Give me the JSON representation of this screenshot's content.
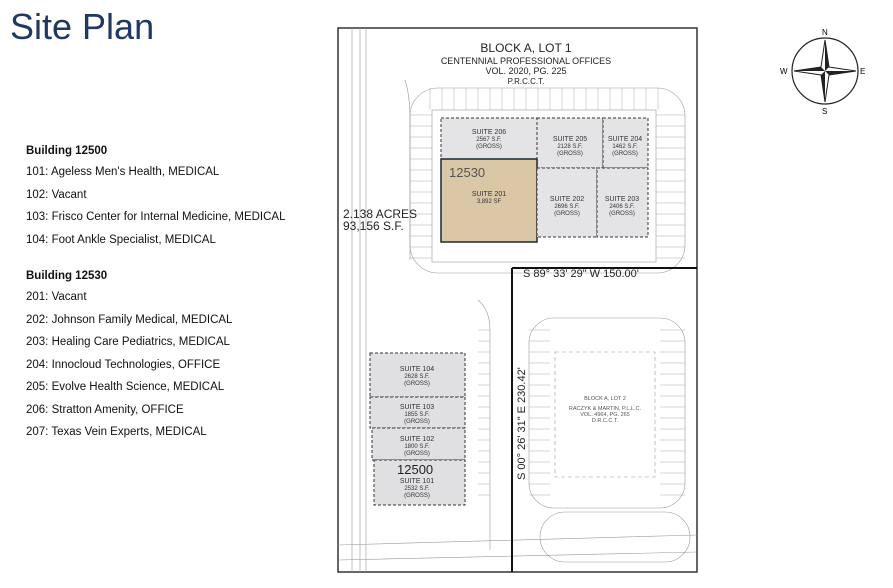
{
  "title": "Site Plan",
  "buildings": [
    {
      "heading": "Building 12500",
      "tenants": [
        "101: Ageless Men's Health, MEDICAL",
        "102: Vacant",
        "103: Frisco Center for Internal Medicine, MEDICAL",
        "104: Foot Ankle Specialist, MEDICAL"
      ]
    },
    {
      "heading": "Building 12530",
      "tenants": [
        "201:  Vacant",
        "202:  Johnson Family Medical, MEDICAL",
        "203:  Healing Care Pediatrics, MEDICAL",
        "204:  Innocloud Technologies, OFFICE",
        "205:  Evolve Health Science, MEDICAL",
        "206:  Stratton  Amenity, OFFICE",
        "207:  Texas Vein Experts, MEDICAL"
      ]
    }
  ],
  "plan": {
    "lot1": [
      "BLOCK A, LOT 1",
      "CENTENNIAL PROFESSIONAL OFFICES",
      "VOL. 2020, PG. 225",
      "P.R.C.C.T."
    ],
    "acres": [
      "2.138 ACRES",
      "93,156 S.F."
    ],
    "bearing_h": "S 89° 33' 29\" W  150.00'",
    "bearing_v": "S 00° 26' 31\" E  230.42'",
    "b12530": {
      "number": "12530",
      "suites": [
        {
          "name": "SUITE 206",
          "area": "2567 S.F.",
          "note": "(GROSS)"
        },
        {
          "name": "SUITE 205",
          "area": "2128 S.F.",
          "note": "(GROSS)"
        },
        {
          "name": "SUITE 204",
          "area": "1462 S.F.",
          "note": "(GROSS)"
        },
        {
          "name": "SUITE 201",
          "area": "3,892 SF",
          "note": ""
        },
        {
          "name": "SUITE 202",
          "area": "2696 S.F.",
          "note": "(GROSS)"
        },
        {
          "name": "SUITE 203",
          "area": "2406 S.F.",
          "note": "(GROSS)"
        }
      ]
    },
    "b12500": {
      "number": "12500",
      "suites": [
        {
          "name": "SUITE 104",
          "area": "2628 S.F.",
          "note": "(GROSS)"
        },
        {
          "name": "SUITE 103",
          "area": "1855 S.F.",
          "note": "(GROSS)"
        },
        {
          "name": "SUITE 102",
          "area": "1800 S.F.",
          "note": "(GROSS)"
        },
        {
          "name": "SUITE 101",
          "area": "2532 S.F.",
          "note": "(GROSS)"
        }
      ]
    },
    "lot2": [
      "BLOCK A, LOT 2",
      "RACZYK & MARTIN, P.L.L.C.",
      "VOL. 4964, PG. 265",
      "D.R.C.C.T."
    ],
    "vacant_fill": "#d9c7a6"
  },
  "compass": {
    "n": "N",
    "s": "S",
    "e": "E",
    "w": "W"
  }
}
